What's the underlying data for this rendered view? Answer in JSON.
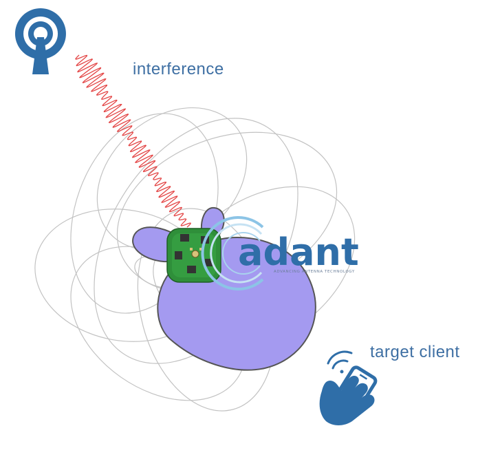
{
  "labels": {
    "interference": "interference",
    "target_client": "target client"
  },
  "brand": {
    "name": "adant",
    "tagline": "ADVANCING ANTENNA TECHNOLOGY"
  },
  "icons": {
    "transmitter": "radio-tower-icon",
    "client": "smartphone-hand-icon",
    "signal": "wifi-signal-icon"
  },
  "colors": {
    "brand_blue": "#2f6ea8",
    "interference_red": "#e34545",
    "pattern_fill": "#a49af0",
    "lobe_outline": "#c2c2c2",
    "board_green": "#2f8f3a"
  }
}
